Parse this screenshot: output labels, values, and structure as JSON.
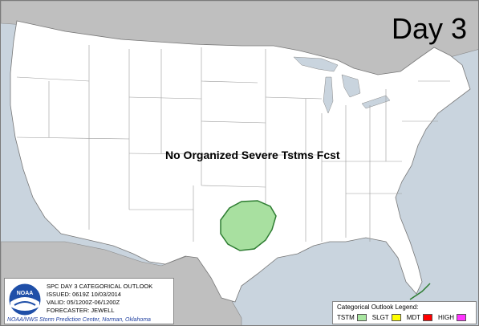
{
  "map": {
    "day_label": "Day 3",
    "headline": "No Organized Severe Tstms Fcst",
    "outlook_area_category": "TSTM"
  },
  "info_box": {
    "line1": "SPC DAY 3 CATEGORICAL OUTLOOK",
    "line2": "ISSUED: 0619Z 10/03/2014",
    "line3": "VALID: 05/1200Z-06/1200Z",
    "line4": "FORECASTER: JEWELL",
    "credit": "NOAA/NWS Storm Prediction Center, Norman, Oklahoma",
    "logo_text": "NOAA"
  },
  "legend": {
    "title": "Categorical Outlook Legend:",
    "items": [
      {
        "label": "TSTM",
        "color": "#a8e6a0"
      },
      {
        "label": "SLGT",
        "color": "#ffff00"
      },
      {
        "label": "MDT",
        "color": "#f5b800"
      },
      {
        "label": "HIGH",
        "color": "#ff33ff"
      }
    ],
    "high_color": "#ff0000"
  },
  "colors": {
    "land": "#ffffff",
    "water": "#c9d4de",
    "foreign_land": "#bfbfbf",
    "tstm_fill": "#a8e0a0",
    "tstm_outline": "#2e7d32",
    "borders": "#888888"
  }
}
